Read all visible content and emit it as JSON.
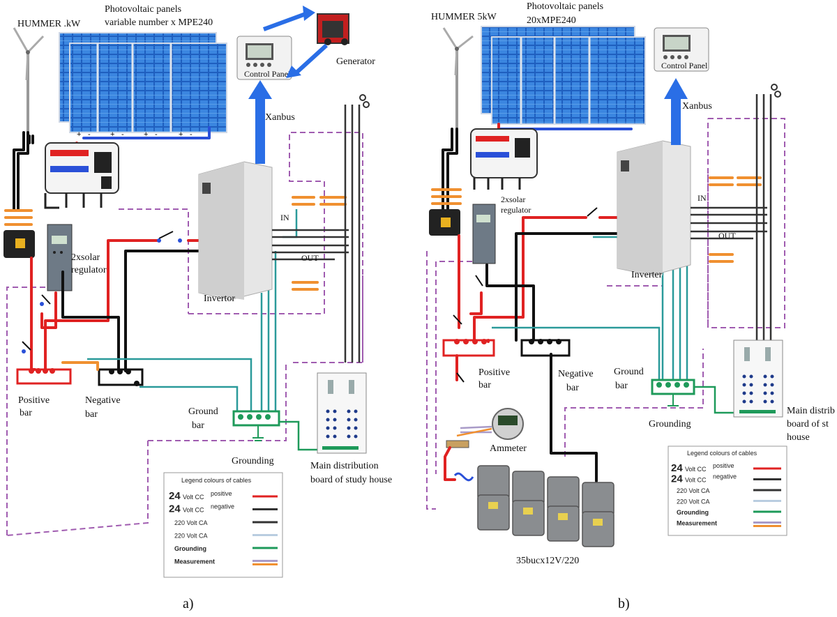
{
  "colors": {
    "positive": "#e02222",
    "negative": "#111111",
    "ac": "#333333",
    "ground": "#1e9a5a",
    "measurement": "#f09030",
    "xanbus": "#2a6ee6",
    "teal": "#2a9a9a",
    "enclosure": "#a05cb0"
  },
  "panel_a": {
    "caption": "a)",
    "wind_turbine": "HUMMER  .kW",
    "pv_label_line1": "Photovoltaic panels",
    "pv_label_line2": "variable number x MPE240",
    "generator": "Generator",
    "control_panel": "Control Panel",
    "xanbus": "Xanbus",
    "inverter": "Invertor",
    "in_label": "IN",
    "out_label": "OUT",
    "regulator_line1": "2xsolar",
    "regulator_line2": "regulator",
    "positive_bar_line1": "Positive",
    "positive_bar_line2": "bar",
    "negative_bar_line1": "Negative",
    "negative_bar_line2": "bar",
    "ground_bar_line1": "Ground",
    "ground_bar_line2": "bar",
    "grounding": "Grounding",
    "main_board_line1": "Main distribution",
    "main_board_line2": "board of study house"
  },
  "panel_b": {
    "caption": "b)",
    "wind_turbine": "HUMMER 5kW",
    "pv_label_line1": "Photovoltaic panels",
    "pv_label_line2": "20xMPE240",
    "control_panel": "Control Panel",
    "xanbus": "Xanbus",
    "inverter": "Inverter",
    "in_label": "IN",
    "out_label": "OUT",
    "regulator_line1": "2xsolar",
    "regulator_line2": "regulator",
    "positive_bar_line1": "Positive",
    "positive_bar_line2": "bar",
    "negative_bar_line1": "Negative",
    "negative_bar_line2": "bar",
    "ground_bar_line1": "Ground",
    "ground_bar_line2": "bar",
    "grounding": "Grounding",
    "ammeter": "Ammeter",
    "batteries": "35bucx12V/220",
    "main_board_line1": "Main distrib",
    "main_board_line2": "board of st",
    "main_board_line3": "house"
  },
  "legend": {
    "title": "Legend colours of cables",
    "rows": [
      {
        "big": "24",
        "text": "Volt CC",
        "sup": "positive",
        "color": "#e02222"
      },
      {
        "big": "24",
        "text": "Volt CC",
        "sup": "negative",
        "color": "#333333"
      },
      {
        "big": "",
        "text": "220 Volt CA",
        "sup": "",
        "color": "#333333"
      },
      {
        "big": "",
        "text": "220 Volt CA",
        "sup": "",
        "color": "#b9cde0"
      },
      {
        "big": "",
        "text": "Grounding",
        "sup": "",
        "color": "#1e9a5a"
      },
      {
        "big": "",
        "text": "Measurement",
        "sup": "",
        "color": "#a99bc8"
      }
    ]
  }
}
